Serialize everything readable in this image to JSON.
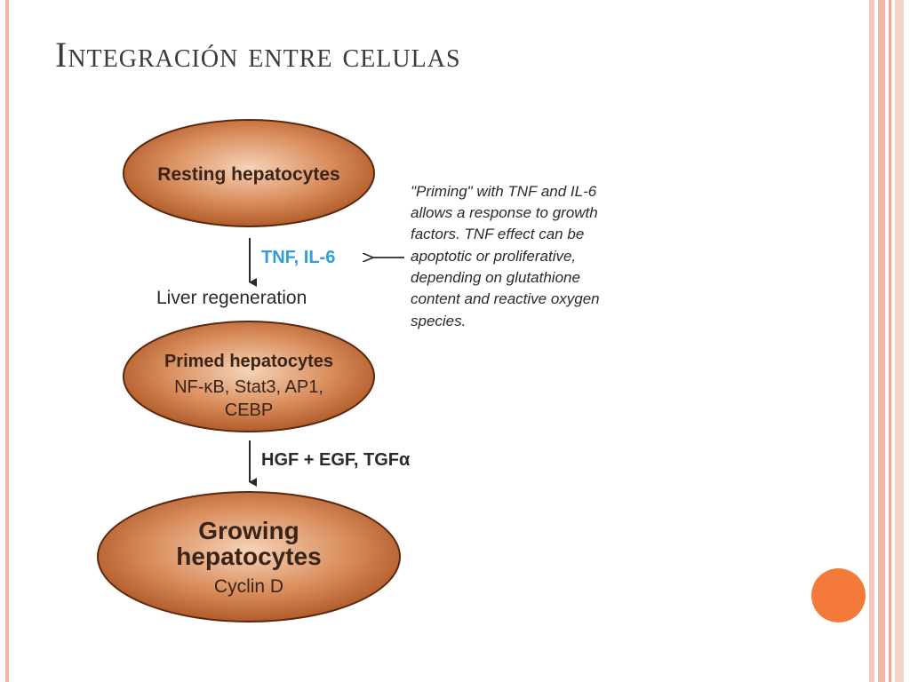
{
  "title": "Integración entre celulas",
  "diagram": {
    "nodes": {
      "resting": {
        "title": "Resting hepatocytes"
      },
      "primed": {
        "title": "Primed hepatocytes",
        "lines": [
          "NF-κB, Stat3, AP1,",
          "CEBP"
        ]
      },
      "growing": {
        "title_lines": [
          "Growing",
          "hepatocytes"
        ],
        "sub": "Cyclin D"
      }
    },
    "edges": {
      "resting_to_primed": {
        "label": "TNF, IL-6",
        "label_color": "#2e9fd8",
        "sublabel": "Liver regeneration"
      },
      "primed_to_growing": {
        "label": "HGF + EGF, TGFα"
      }
    },
    "note": {
      "lines": [
        "\"Priming\" with TNF and IL-6",
        "allows a response to growth",
        "factors. TNF effect can be",
        "apoptotic or proliferative,",
        "depending on glutathione",
        "content and reactive oxygen",
        "species."
      ]
    }
  },
  "colors": {
    "node_fill_center": "#f3c9a9",
    "node_fill_edge": "#b35b24",
    "accent": "#f47a3c",
    "border_pink": "#f2b4a4"
  }
}
